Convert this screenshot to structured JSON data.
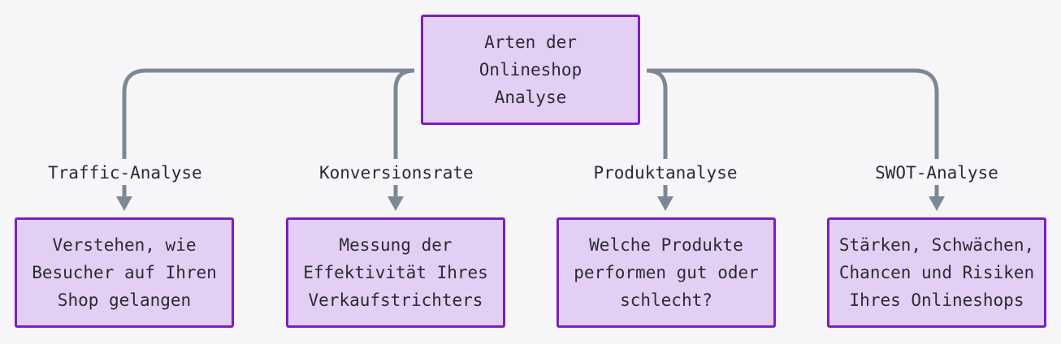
{
  "diagram": {
    "root": {
      "label": "Arten der Onlineshop\nAnalyse"
    },
    "branches": [
      {
        "edge_label": "Traffic-Analyse",
        "child_label": "Verstehen, wie\nBesucher auf Ihren\nShop gelangen"
      },
      {
        "edge_label": "Konversionsrate",
        "child_label": "Messung der\nEffektivität Ihres\nVerkaufstrichters"
      },
      {
        "edge_label": "Produktanalyse",
        "child_label": "Welche Produkte\nperformen gut oder\nschlecht?"
      },
      {
        "edge_label": "SWOT-Analyse",
        "child_label": "Stärken, Schwächen,\nChancen und Risiken\nIhres Onlineshops"
      }
    ],
    "colors": {
      "node_fill": "#e3cff4",
      "node_border": "#7a1fc0",
      "edge": "#7d8896",
      "background": "#f6f6f8",
      "text": "#2b2b33"
    }
  }
}
